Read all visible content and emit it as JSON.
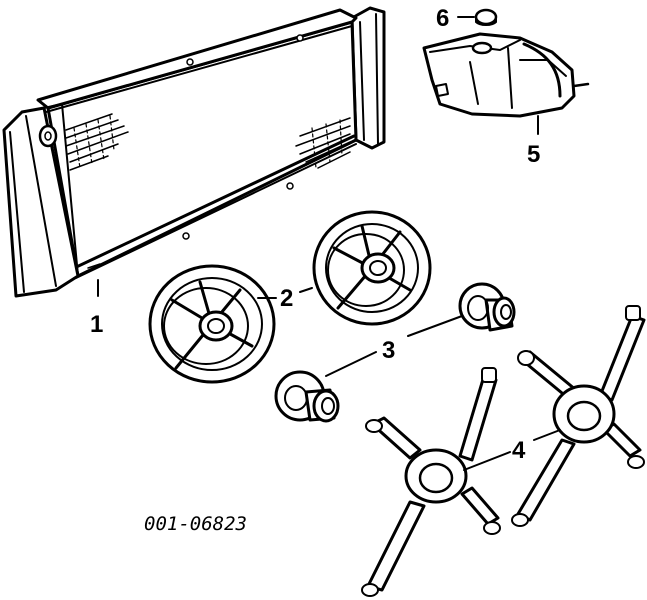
{
  "callouts": {
    "c1": "1",
    "c2": "2",
    "c3": "3",
    "c4": "4",
    "c5": "5",
    "c6": "6"
  },
  "part_number": "001-06823"
}
